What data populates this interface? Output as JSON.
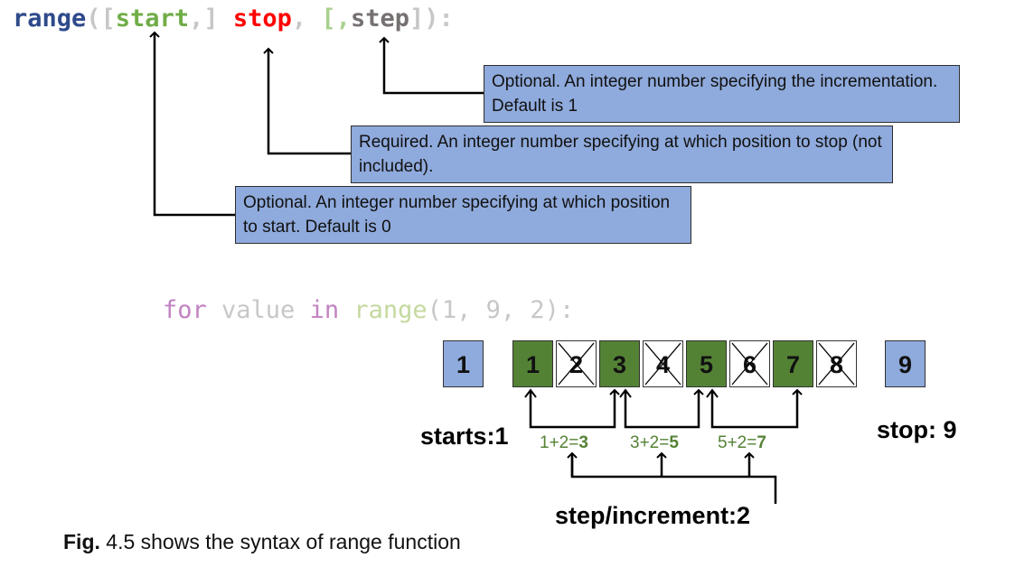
{
  "signature": {
    "parts": [
      {
        "text": "range",
        "color": "#2e4a8b"
      },
      {
        "text": "([",
        "color": "#c7c7c7"
      },
      {
        "text": "start",
        "color": "#70ad47"
      },
      {
        "text": ",]",
        "color": "#c7c7c7"
      },
      {
        "text": " ",
        "color": "#ffffff"
      },
      {
        "text": "stop",
        "color": "#ff0000"
      },
      {
        "text": ",",
        "color": "#c7c7c7"
      },
      {
        "text": " ",
        "color": "#ffffff"
      },
      {
        "text": "[,",
        "color": "#a9d18e"
      },
      {
        "text": "step",
        "color": "#767171"
      },
      {
        "text": "]):",
        "color": "#c7c7c7"
      }
    ]
  },
  "notes": {
    "step_note": "Optional. An integer number specifying the incrementation. Default is 1",
    "stop_note": "Required. An integer number specifying at which position to stop (not included).",
    "start_note": "Optional. An integer number specifying at which position to start. Default is 0"
  },
  "for_loop": {
    "parts": [
      {
        "text": "for",
        "color": "#c283c1"
      },
      {
        "text": " value ",
        "color": "#c7c7c7"
      },
      {
        "text": "in",
        "color": "#c283c1"
      },
      {
        "text": " ",
        "color": "#ffffff"
      },
      {
        "text": "range",
        "color": "#c5d9a0"
      },
      {
        "text": "(1, 9, 2):",
        "color": "#c7c7c7"
      }
    ]
  },
  "sequence": {
    "start_box": "1",
    "stop_box": "9",
    "cells": [
      {
        "value": "1",
        "included": true
      },
      {
        "value": "2",
        "included": false
      },
      {
        "value": "3",
        "included": true
      },
      {
        "value": "4",
        "included": false
      },
      {
        "value": "5",
        "included": true
      },
      {
        "value": "6",
        "included": false
      },
      {
        "value": "7",
        "included": true
      },
      {
        "value": "8",
        "included": false
      }
    ]
  },
  "labels": {
    "starts": "starts:1",
    "stop": "stop: 9",
    "step": "step/increment:2",
    "calc1_expr": "1+2=",
    "calc1_result": "3",
    "calc2_expr": "3+2=",
    "calc2_result": "5",
    "calc3_expr": "5+2=",
    "calc3_result": "7"
  },
  "caption": {
    "prefix": "Fig.",
    "text": " 4.5 shows the syntax of range function"
  },
  "colors": {
    "included_cell": "#548235",
    "excluded_cell": "#ffffff",
    "end_box": "#8faadc",
    "calc_text": "#548235"
  }
}
